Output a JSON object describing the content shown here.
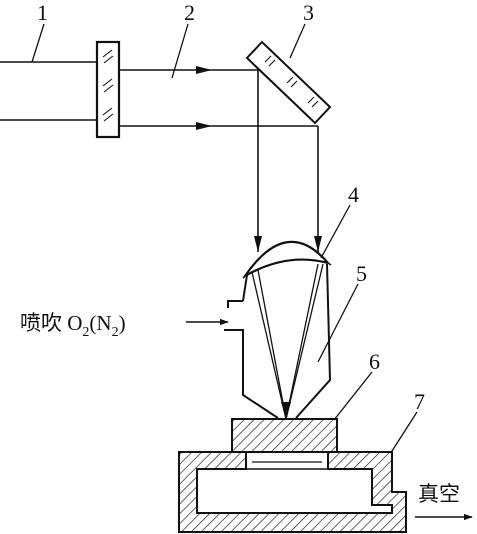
{
  "labels": {
    "n1": "1",
    "n2": "2",
    "n3": "3",
    "n4": "4",
    "n5": "5",
    "n6": "6",
    "n7": "7"
  },
  "gas_label": {
    "prefix": "喷吹 O",
    "sub1": "2",
    "mid": "(N",
    "sub2": "2",
    "suffix": ")"
  },
  "vacuum_label": "真空"
}
